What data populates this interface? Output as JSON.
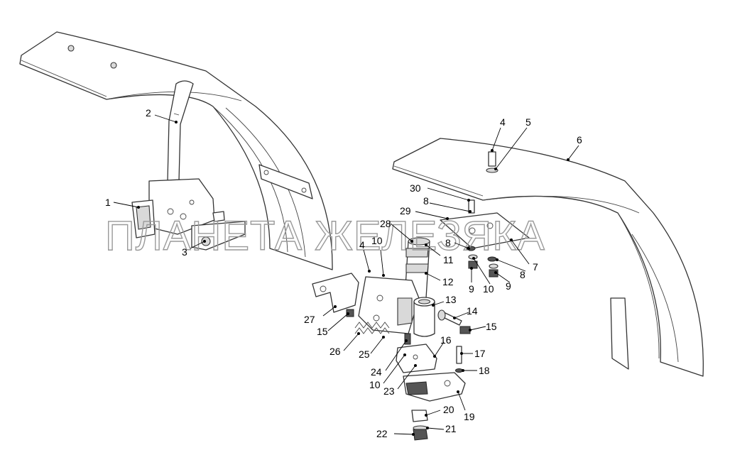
{
  "watermark": "ПЛАНЕТА ЖЕЛЕЗЯКА",
  "callouts": [
    {
      "id": "c1",
      "text": "1"
    },
    {
      "id": "c2",
      "text": "2"
    },
    {
      "id": "c3",
      "text": "3"
    },
    {
      "id": "c4a",
      "text": "4"
    },
    {
      "id": "c4b",
      "text": "4"
    },
    {
      "id": "c5",
      "text": "5"
    },
    {
      "id": "c6",
      "text": "6"
    },
    {
      "id": "c7",
      "text": "7"
    },
    {
      "id": "c8a",
      "text": "8"
    },
    {
      "id": "c8b",
      "text": "8"
    },
    {
      "id": "c8c",
      "text": "8"
    },
    {
      "id": "c9a",
      "text": "9"
    },
    {
      "id": "c9b",
      "text": "9"
    },
    {
      "id": "c10a",
      "text": "10"
    },
    {
      "id": "c10b",
      "text": "10"
    },
    {
      "id": "c10c",
      "text": "10"
    },
    {
      "id": "c11",
      "text": "11"
    },
    {
      "id": "c12",
      "text": "12"
    },
    {
      "id": "c13",
      "text": "13"
    },
    {
      "id": "c14",
      "text": "14"
    },
    {
      "id": "c15a",
      "text": "15"
    },
    {
      "id": "c15b",
      "text": "15"
    },
    {
      "id": "c16",
      "text": "16"
    },
    {
      "id": "c17",
      "text": "17"
    },
    {
      "id": "c18",
      "text": "18"
    },
    {
      "id": "c19",
      "text": "19"
    },
    {
      "id": "c20",
      "text": "20"
    },
    {
      "id": "c21",
      "text": "21"
    },
    {
      "id": "c22",
      "text": "22"
    },
    {
      "id": "c23",
      "text": "23"
    },
    {
      "id": "c24",
      "text": "24"
    },
    {
      "id": "c25",
      "text": "25"
    },
    {
      "id": "c26",
      "text": "26"
    },
    {
      "id": "c27",
      "text": "27"
    },
    {
      "id": "c28",
      "text": "28"
    },
    {
      "id": "c29",
      "text": "29"
    },
    {
      "id": "c30",
      "text": "30"
    }
  ]
}
